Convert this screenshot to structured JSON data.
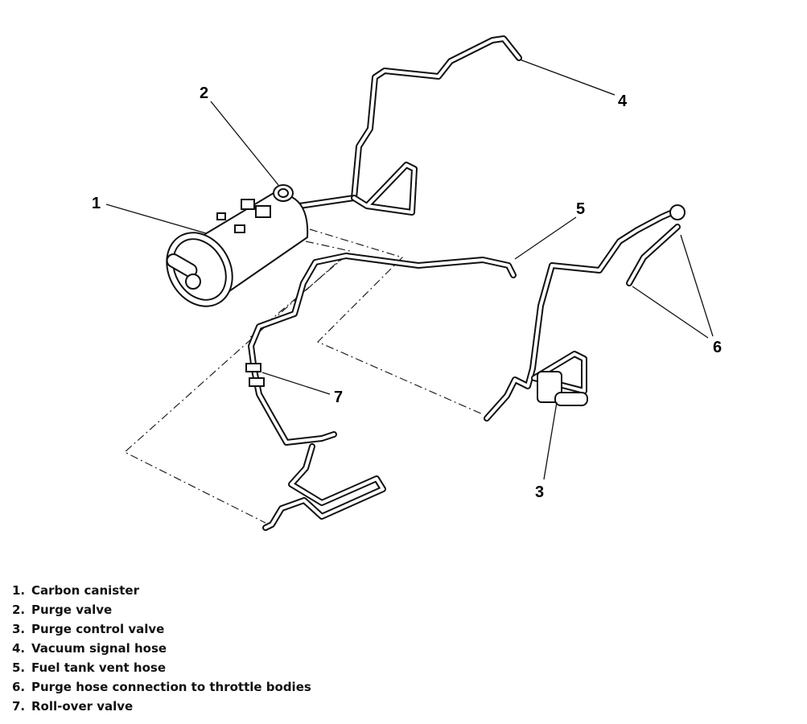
{
  "callouts": [
    "1",
    "2",
    "3",
    "4",
    "5",
    "6",
    "7"
  ],
  "legend": [
    {
      "num": "1.",
      "label": "Carbon canister"
    },
    {
      "num": "2.",
      "label": "Purge valve"
    },
    {
      "num": "3.",
      "label": "Purge control valve"
    },
    {
      "num": "4.",
      "label": "Vacuum signal hose"
    },
    {
      "num": "5.",
      "label": "Fuel tank vent hose"
    },
    {
      "num": "6.",
      "label": "Purge hose connection to throttle bodies"
    },
    {
      "num": "7.",
      "label": "Roll-over valve"
    }
  ]
}
